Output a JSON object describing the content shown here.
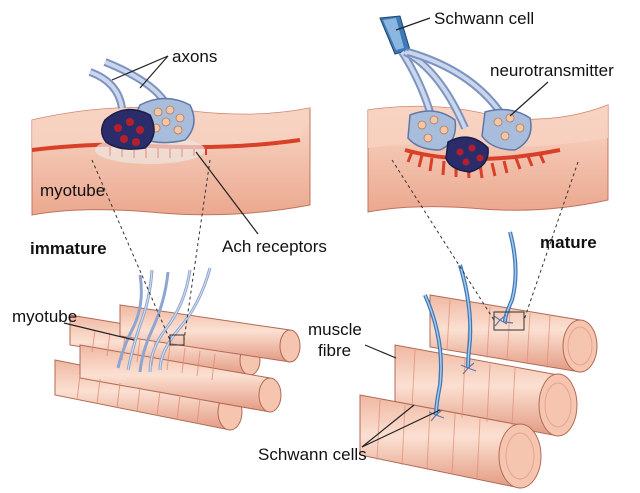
{
  "labels": {
    "axons": "axons",
    "schwann_cell": "Schwann cell",
    "neurotransmitter": "neurotransmitter",
    "myotube_top": "myotube",
    "ach_receptors": "Ach receptors",
    "immature": "immature",
    "mature": "mature",
    "myotube_bottom": "myotube",
    "muscle": "muscle",
    "fibre": "fibre",
    "schwann_cells": "Schwann cells"
  },
  "colors": {
    "muscle": "#f4c4ae",
    "muscle_dark": "#e29a80",
    "membrane": "#d9402a",
    "axon": "#9fb4d6",
    "axon_stroke": "#5f78a8",
    "vesicle_dark": "#8e1b22",
    "terminal_dark": "#2b2d6b"
  }
}
